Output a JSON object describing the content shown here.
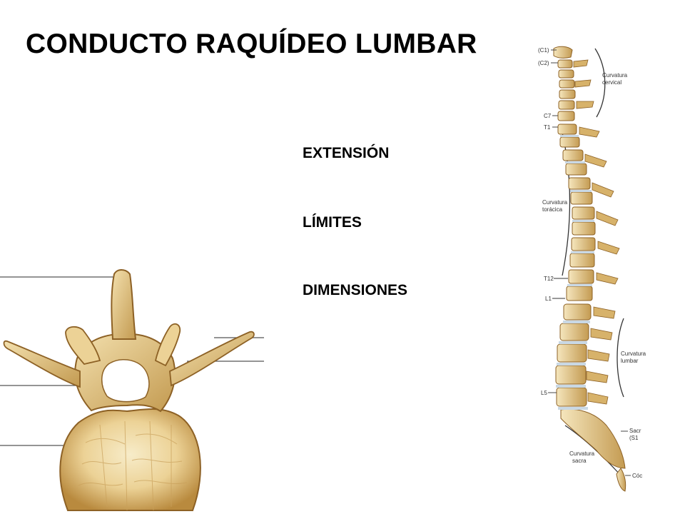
{
  "slide": {
    "title": "CONDUCTO RAQUÍDEO LUMBAR",
    "topics": [
      "EXTENSIÓN",
      "LÍMITES",
      "DIMENSIONES"
    ]
  },
  "spine_figure": {
    "labels": {
      "c1": "(C1)",
      "c2": "(C2)",
      "cervical_1": "Curvatura",
      "cervical_2": "cervical",
      "c7": "C7",
      "t1": "T1",
      "thoracic_1": "Curvatura",
      "thoracic_2": "torácica",
      "t12": "T12",
      "l1": "L1",
      "lumbar_1": "Curvatura",
      "lumbar_2": "lumbar",
      "l5": "L5",
      "sacrum_1": "Sacr",
      "sacrum_2": "(S1",
      "sacral_1": "Curvatura",
      "sacral_2": "sacra",
      "coccyx": "Cóc"
    }
  },
  "colors": {
    "bone_light": "#f1dca8",
    "bone_mid": "#d9b56a",
    "bone_dark": "#a8752f",
    "body_fill": "#efd9a2",
    "disc": "#c9d8e4",
    "leader_line": "#555555"
  }
}
